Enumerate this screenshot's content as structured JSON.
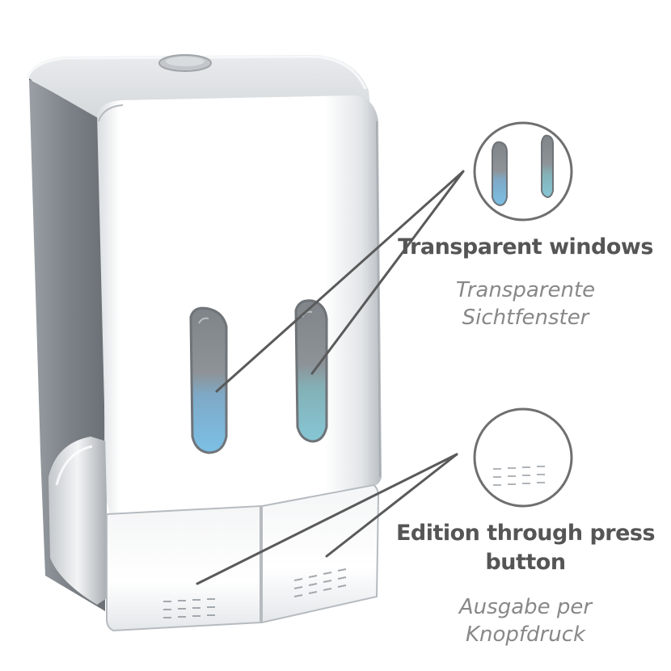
{
  "captions": {
    "windows_en": "Transparent windows",
    "windows_de_line1": "Transparente",
    "windows_de_line2": "Sichtfenster",
    "button_en_line1": "Edition through press",
    "button_en_line2": "button",
    "button_de_line1": "Ausgabe per",
    "button_de_line2": "Knopfdruck"
  },
  "colors": {
    "chrome_light": "#ffffff",
    "chrome_shade": "#c8ccd0",
    "side_panel": "#7d8388",
    "window_gray": "#8a8f94",
    "window_blue": "#79b9e0",
    "leader_line": "#5a5a5a",
    "caption_primary": "#555555",
    "caption_secondary": "#888888"
  }
}
